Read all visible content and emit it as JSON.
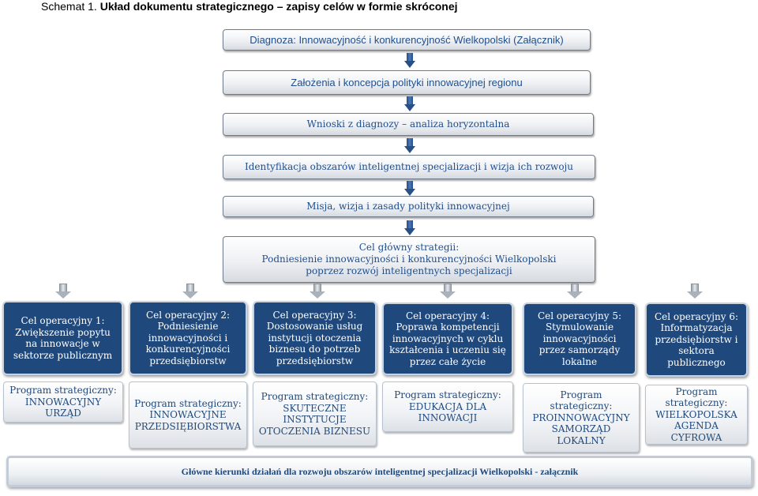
{
  "title": {
    "prefix": "Schemat 1.",
    "text": "Układ dokumentu strategicznego – zapisy celów w formie skróconej"
  },
  "flow": [
    "Diagnoza: Innowacyjność i konkurencyjność Wielkopolski (Załącznik)",
    "Założenia i koncepcja polityki innowacyjnej regionu",
    "Wnioski z diagnozy – analiza horyzontalna",
    "Identyfikacja obszarów inteligentnej specjalizacji i wizja ich rozwoju",
    "Misja, wizja  i zasady polityki innowacyjnej"
  ],
  "main_goal": {
    "line1": "Cel główny strategii:",
    "line2": "Podniesienie innowacyjności i konkurencyjności Wielkopolski",
    "line3": "poprzez rozwój inteligentnych specjalizacji"
  },
  "goals": [
    "Cel operacyjny 1: Zwiększenie popytu na innowacje w sektorze publicznym",
    "Cel operacyjny 2: Podniesienie innowacyjności i konkurencyjności przedsiębiorstw",
    "Cel operacyjny 3: Dostosowanie usług instytucji otoczenia biznesu do potrzeb przedsiębiorstw",
    "Cel operacyjny 4: Poprawa kompetencji innowacyjnych w cyklu kształcenia i uczeniu się przez całe życie",
    "Cel operacyjny 5: Stymulowanie innowacyjności przez samorządy lokalne",
    "Cel operacyjny 6: Informatyzacja przedsiębiorstw i sektora publicznego"
  ],
  "programs": [
    {
      "label": "Program strategiczny:",
      "name": "INNOWACYJNY URZĄD"
    },
    {
      "label": "Program strategiczny:",
      "name": "INNOWACYJNE PRZEDSIĘBIORSTWA"
    },
    {
      "label": "Program strategiczny:",
      "name": "SKUTECZNE INSTYTUCJE OTOCZENIA BIZNESU"
    },
    {
      "label": "Program strategiczny:",
      "name": "EDUKACJA DLA INNOWACJI"
    },
    {
      "label": "Program strategiczny:",
      "name": "PROINNOWACYJNY SAMORZĄD LOKALNY"
    },
    {
      "label": "Program strategiczny:",
      "name": "WIELKOPOLSKA AGENDA CYFROWA"
    }
  ],
  "bottom": "Główne kierunki działań dla rozwoju obszarów inteligentnej specjalizacji Wielkopolski - załącznik"
}
